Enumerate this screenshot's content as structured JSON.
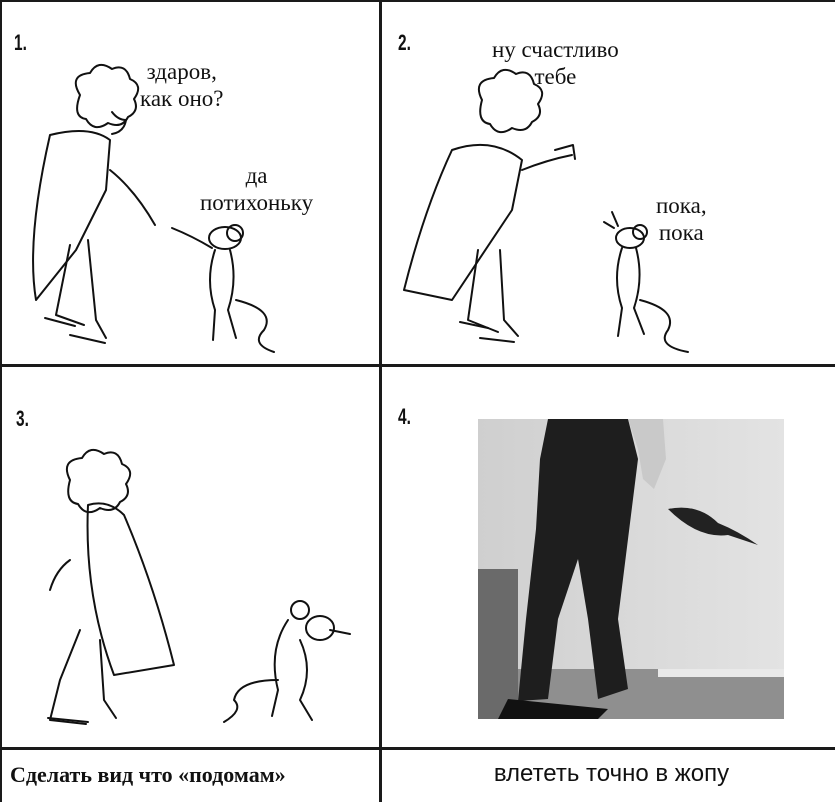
{
  "panels": [
    {
      "number": "1.",
      "speech": [
        "здаров,\nкак оно?",
        "да\nпотихоньку"
      ]
    },
    {
      "number": "2.",
      "speech": [
        "ну счастливо\nтебе",
        "пока,\nпока"
      ]
    },
    {
      "number": "3."
    },
    {
      "number": "4."
    }
  ],
  "captions": {
    "left": "Сделать вид что «подомам»",
    "right": "влететь точно в жопу"
  },
  "colors": {
    "ink": "#111111",
    "photo_wall": "#d9d9d9",
    "photo_floor": "#9a9a9a",
    "pants": "#1e1e1e"
  }
}
